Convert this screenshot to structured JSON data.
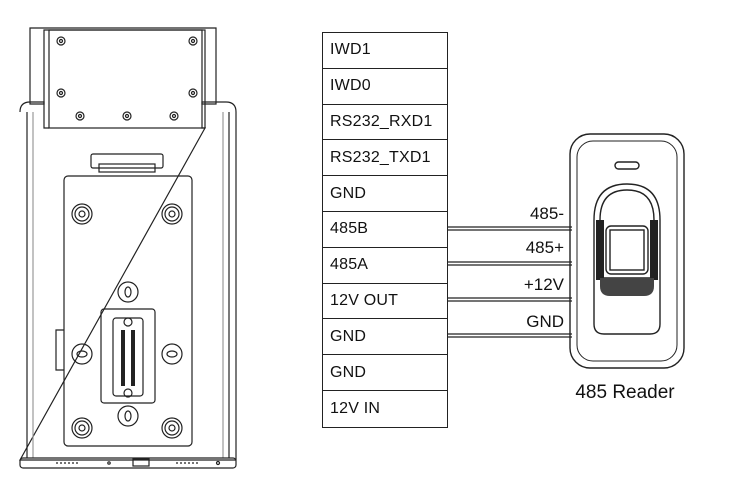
{
  "terminals": [
    "IWD1",
    "IWD0",
    "RS232_RXD1",
    "RS232_TXD1",
    "GND",
    "485B",
    "485A",
    "12V OUT",
    "GND",
    "GND",
    "12V IN"
  ],
  "wires": [
    {
      "label": "485-",
      "terminal": "485B"
    },
    {
      "label": "485+",
      "terminal": "485A"
    },
    {
      "label": "+12V",
      "terminal": "12V OUT"
    },
    {
      "label": "GND",
      "terminal": "GND"
    }
  ],
  "reader": {
    "title": "485 Reader"
  }
}
